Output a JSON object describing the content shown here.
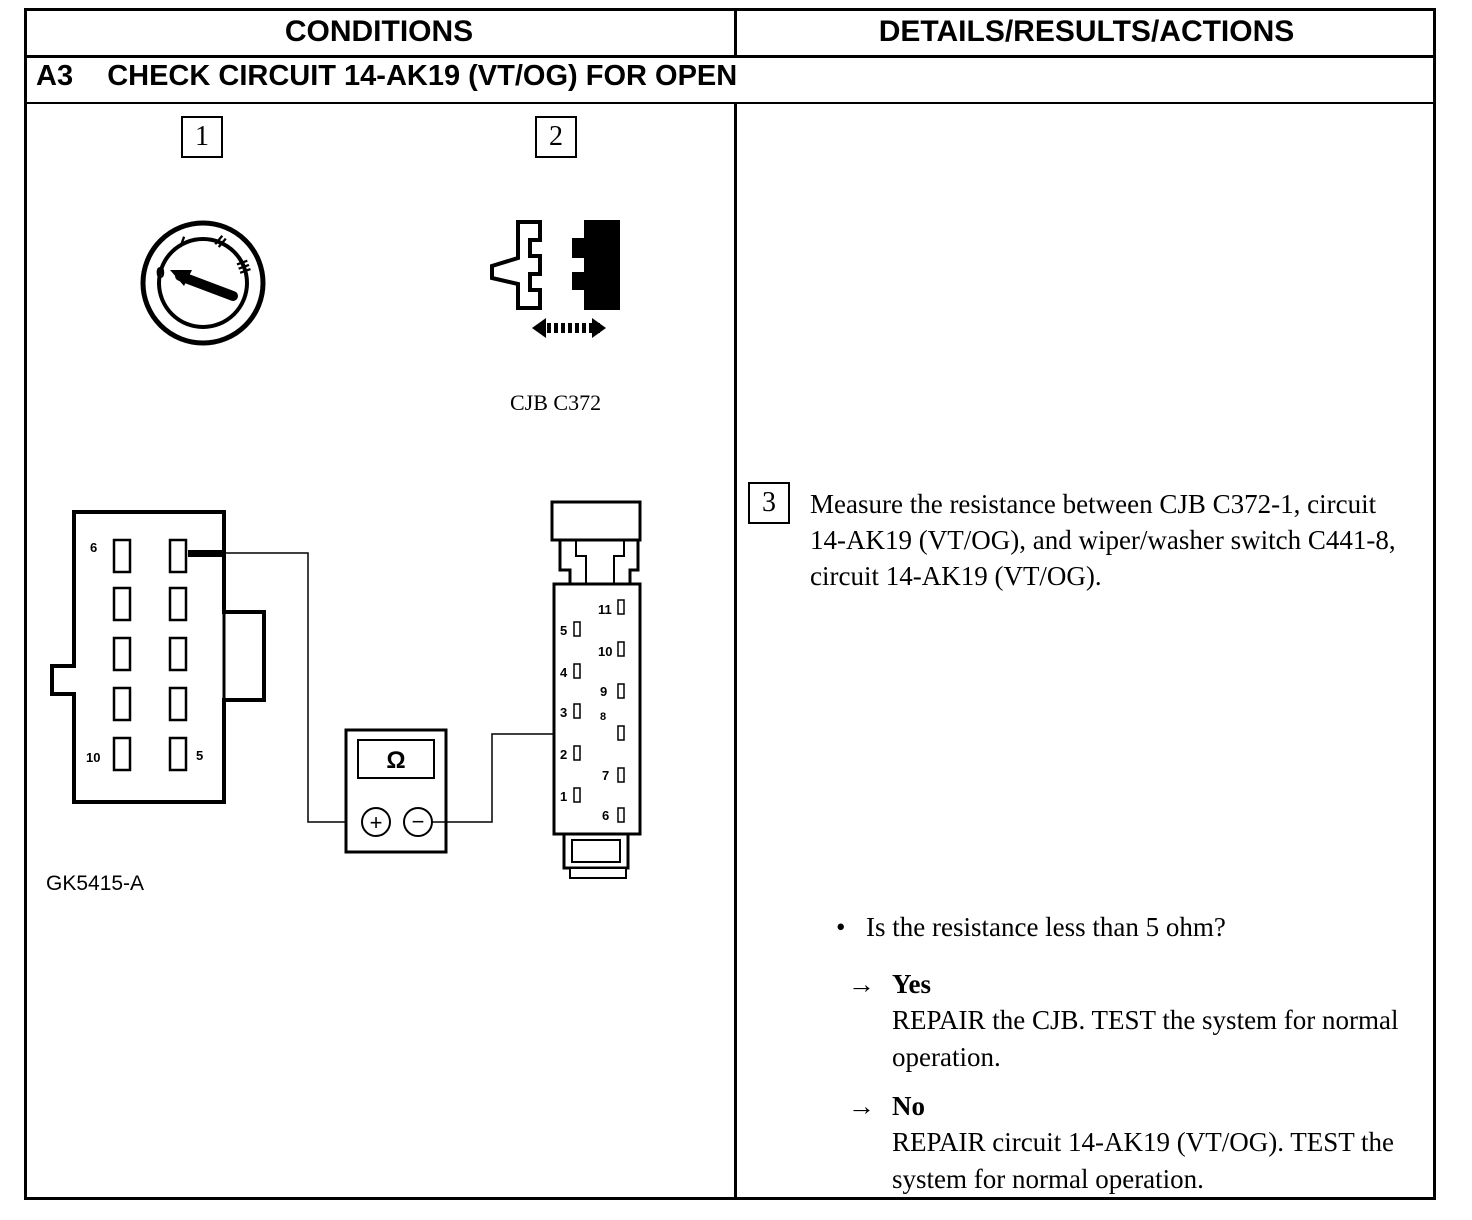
{
  "header": {
    "conditions": "CONDITIONS",
    "details": "DETAILS/RESULTS/ACTIONS"
  },
  "test": {
    "id": "A3",
    "title": "CHECK CIRCUIT 14-AK19 (VT/OG) FOR OPEN"
  },
  "steps": {
    "step1": "1",
    "step2": "2",
    "step3": "3"
  },
  "ignition": {
    "positions": [
      "0",
      "I",
      "II",
      "III"
    ]
  },
  "connector_label": "CJB C372",
  "diagram": {
    "left_connector_pins": [
      "6",
      "10",
      "5"
    ],
    "meter_symbol": "Ω",
    "meter_plus": "+",
    "meter_minus": "−",
    "right_connector_pins": [
      "11",
      "5",
      "10",
      "4",
      "9",
      "3",
      "8",
      "2",
      "7",
      "1",
      "6"
    ],
    "figure_id": "GK5415-A"
  },
  "instruction": "Measure the resistance between CJB C372-1, circuit 14-AK19 (VT/OG), and wiper/washer switch C441-8, circuit 14-AK19 (VT/OG).",
  "question": "Is the resistance less than 5 ohm?",
  "answers": {
    "arrow": "→",
    "yes_label": "Yes",
    "yes_text": "REPAIR the CJB. TEST the system for normal operation.",
    "no_label": "No",
    "no_text": "REPAIR circuit 14-AK19 (VT/OG). TEST the system for normal operation."
  }
}
